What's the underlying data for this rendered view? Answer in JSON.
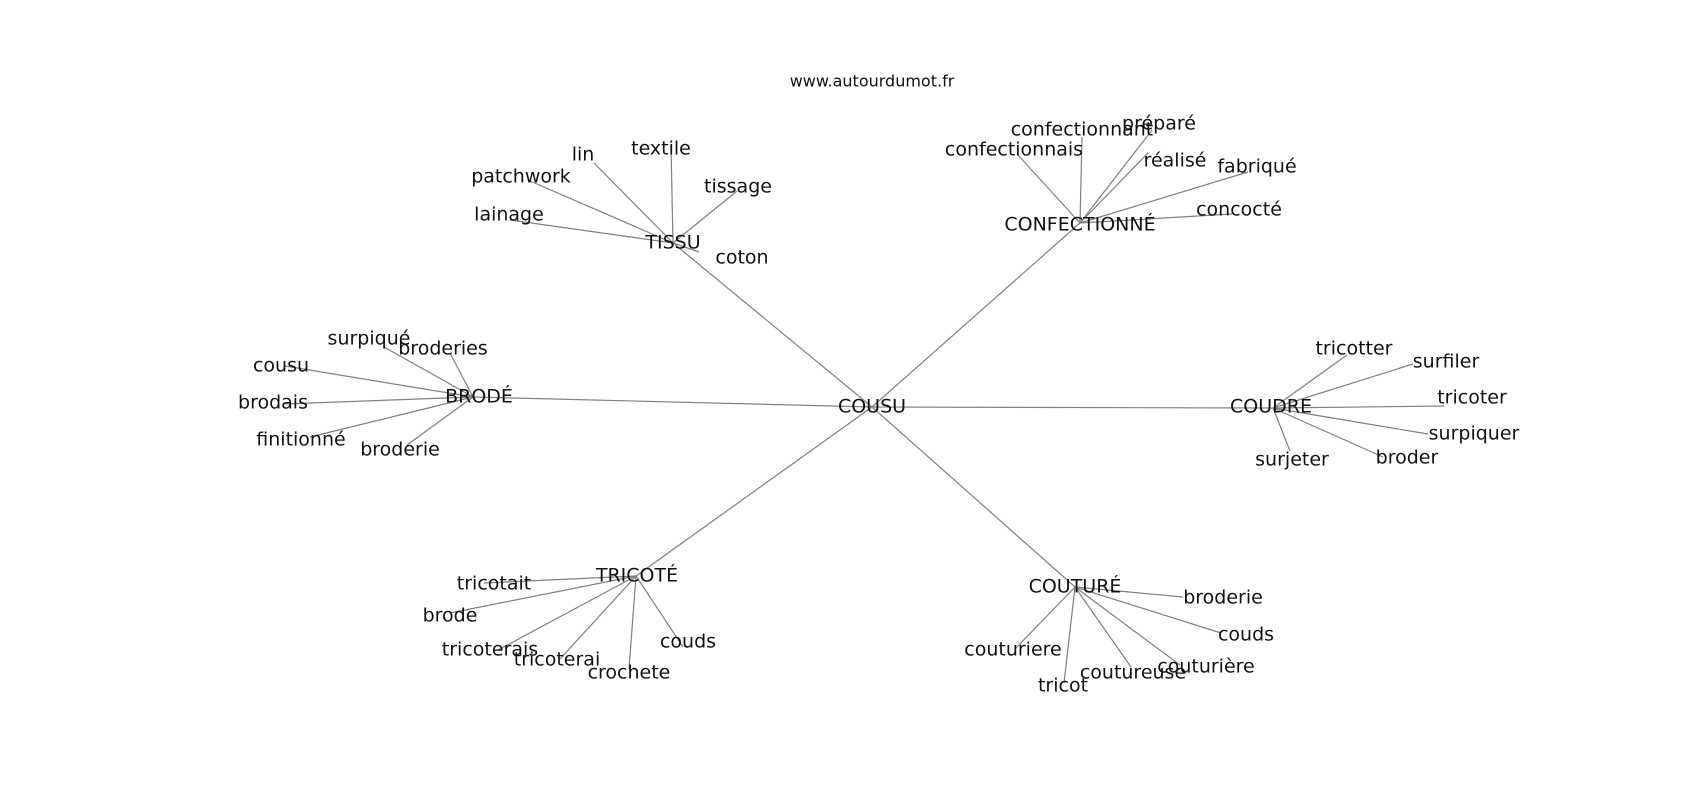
{
  "site": "www.autourdumot.fr",
  "center": "COUSU",
  "clusters": [
    {
      "hub": "TISSU",
      "leaves": [
        "lin",
        "textile",
        "patchwork",
        "tissage",
        "lainage",
        "coton"
      ]
    },
    {
      "hub": "CONFECTIONNÉ",
      "leaves": [
        "confectionnant",
        "préparé",
        "confectionnais",
        "réalisé",
        "fabriqué",
        "concocté"
      ]
    },
    {
      "hub": "BRODÉ",
      "leaves": [
        "surpiqué",
        "broderies",
        "cousu",
        "brodais",
        "finitionné",
        "broderie"
      ]
    },
    {
      "hub": "COUDRE",
      "leaves": [
        "tricotter",
        "surfiler",
        "tricoter",
        "surpiquer",
        "broder",
        "surjeter"
      ]
    },
    {
      "hub": "TRICOTÉ",
      "leaves": [
        "tricotait",
        "brode",
        "tricoterais",
        "tricoterai",
        "crochete",
        "couds"
      ]
    },
    {
      "hub": "COUTURÉ",
      "leaves": [
        "broderie",
        "couds",
        "couturiere",
        "couturière",
        "coutureuse",
        "tricot"
      ]
    }
  ]
}
